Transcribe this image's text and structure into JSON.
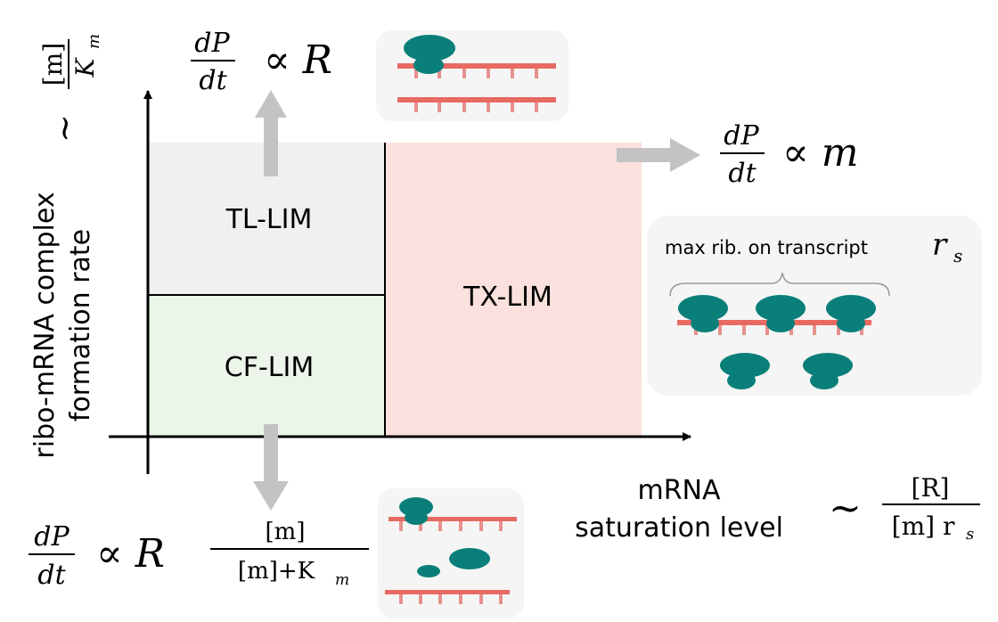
{
  "regions": {
    "tl_lim": "TL-LIM",
    "cf_lim": "CF-LIM",
    "tx_lim": "TX-LIM"
  },
  "axes": {
    "y_label_line1": "ribo-mRNA complex",
    "y_label_line2": "formation rate",
    "x_label_line1": "mRNA",
    "x_label_line2": "saturation level"
  },
  "equations": {
    "tl": {
      "num": "dP",
      "den": "dt",
      "rhs": "∝ R"
    },
    "tx": {
      "num": "dP",
      "den": "dt",
      "rhs": "∝ m"
    },
    "cf": {
      "num": "dP",
      "den": "dt",
      "rhs": "∝ R",
      "frac_num": "[m]",
      "frac_den": "[m]+K",
      "frac_den_sub": "m"
    },
    "y_scale": {
      "prefix": "~",
      "num": "[m]",
      "den": "K",
      "den_sub": "m"
    },
    "x_scale": {
      "prefix": "~",
      "num": "[R]",
      "den": "[m] r",
      "den_sub": "s"
    }
  },
  "panel": {
    "label": "max rib. on transcript",
    "symbol": "r",
    "symbol_sub": "s"
  },
  "colors": {
    "ribosome": "#0a7f7a",
    "mrna": "#e76a63",
    "tl_fill": "#f0f0f0",
    "cf_fill": "#ebf5ea",
    "tx_fill": "#fae1dd",
    "arrow_gray": "#c3c3c3",
    "panel_bg": "#f5f5f5"
  }
}
